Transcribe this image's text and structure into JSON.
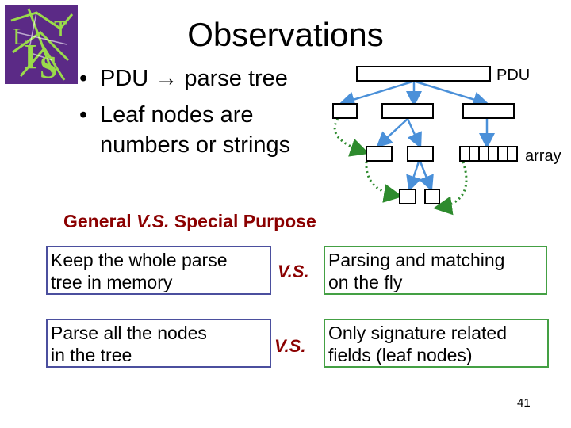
{
  "slide": {
    "title": "Observations",
    "bullets": [
      "PDU → parse tree",
      "Leaf nodes are numbers or strings"
    ],
    "bullet_lines": {
      "b1": "PDU → parse tree",
      "b2_line1": "Leaf nodes are",
      "b2_line2": "numbers or strings"
    },
    "diagram": {
      "pdu_label": "PDU",
      "array_label": "array"
    },
    "comparison": {
      "title_parts": [
        "General ",
        "V.S.",
        " Special Purpose"
      ],
      "rows": [
        {
          "general": "Keep the whole parse\ntree in memory",
          "vs": "V.S.",
          "special": "Parsing and matching\non the fly"
        },
        {
          "general": "Parse all the nodes\nin the tree",
          "vs": "V.S.",
          "special": "Only signature related\nfields (leaf nodes)"
        }
      ]
    },
    "page_number": "41"
  },
  "colors": {
    "tree_edge": "#4a90d9",
    "pointer_edge": "#2e8b2e",
    "title_accent": "#8b0000",
    "general_border": "#4b4f9e",
    "special_border": "#44a044"
  },
  "icons": [
    "logo-icon",
    "arrow-right-icon"
  ]
}
